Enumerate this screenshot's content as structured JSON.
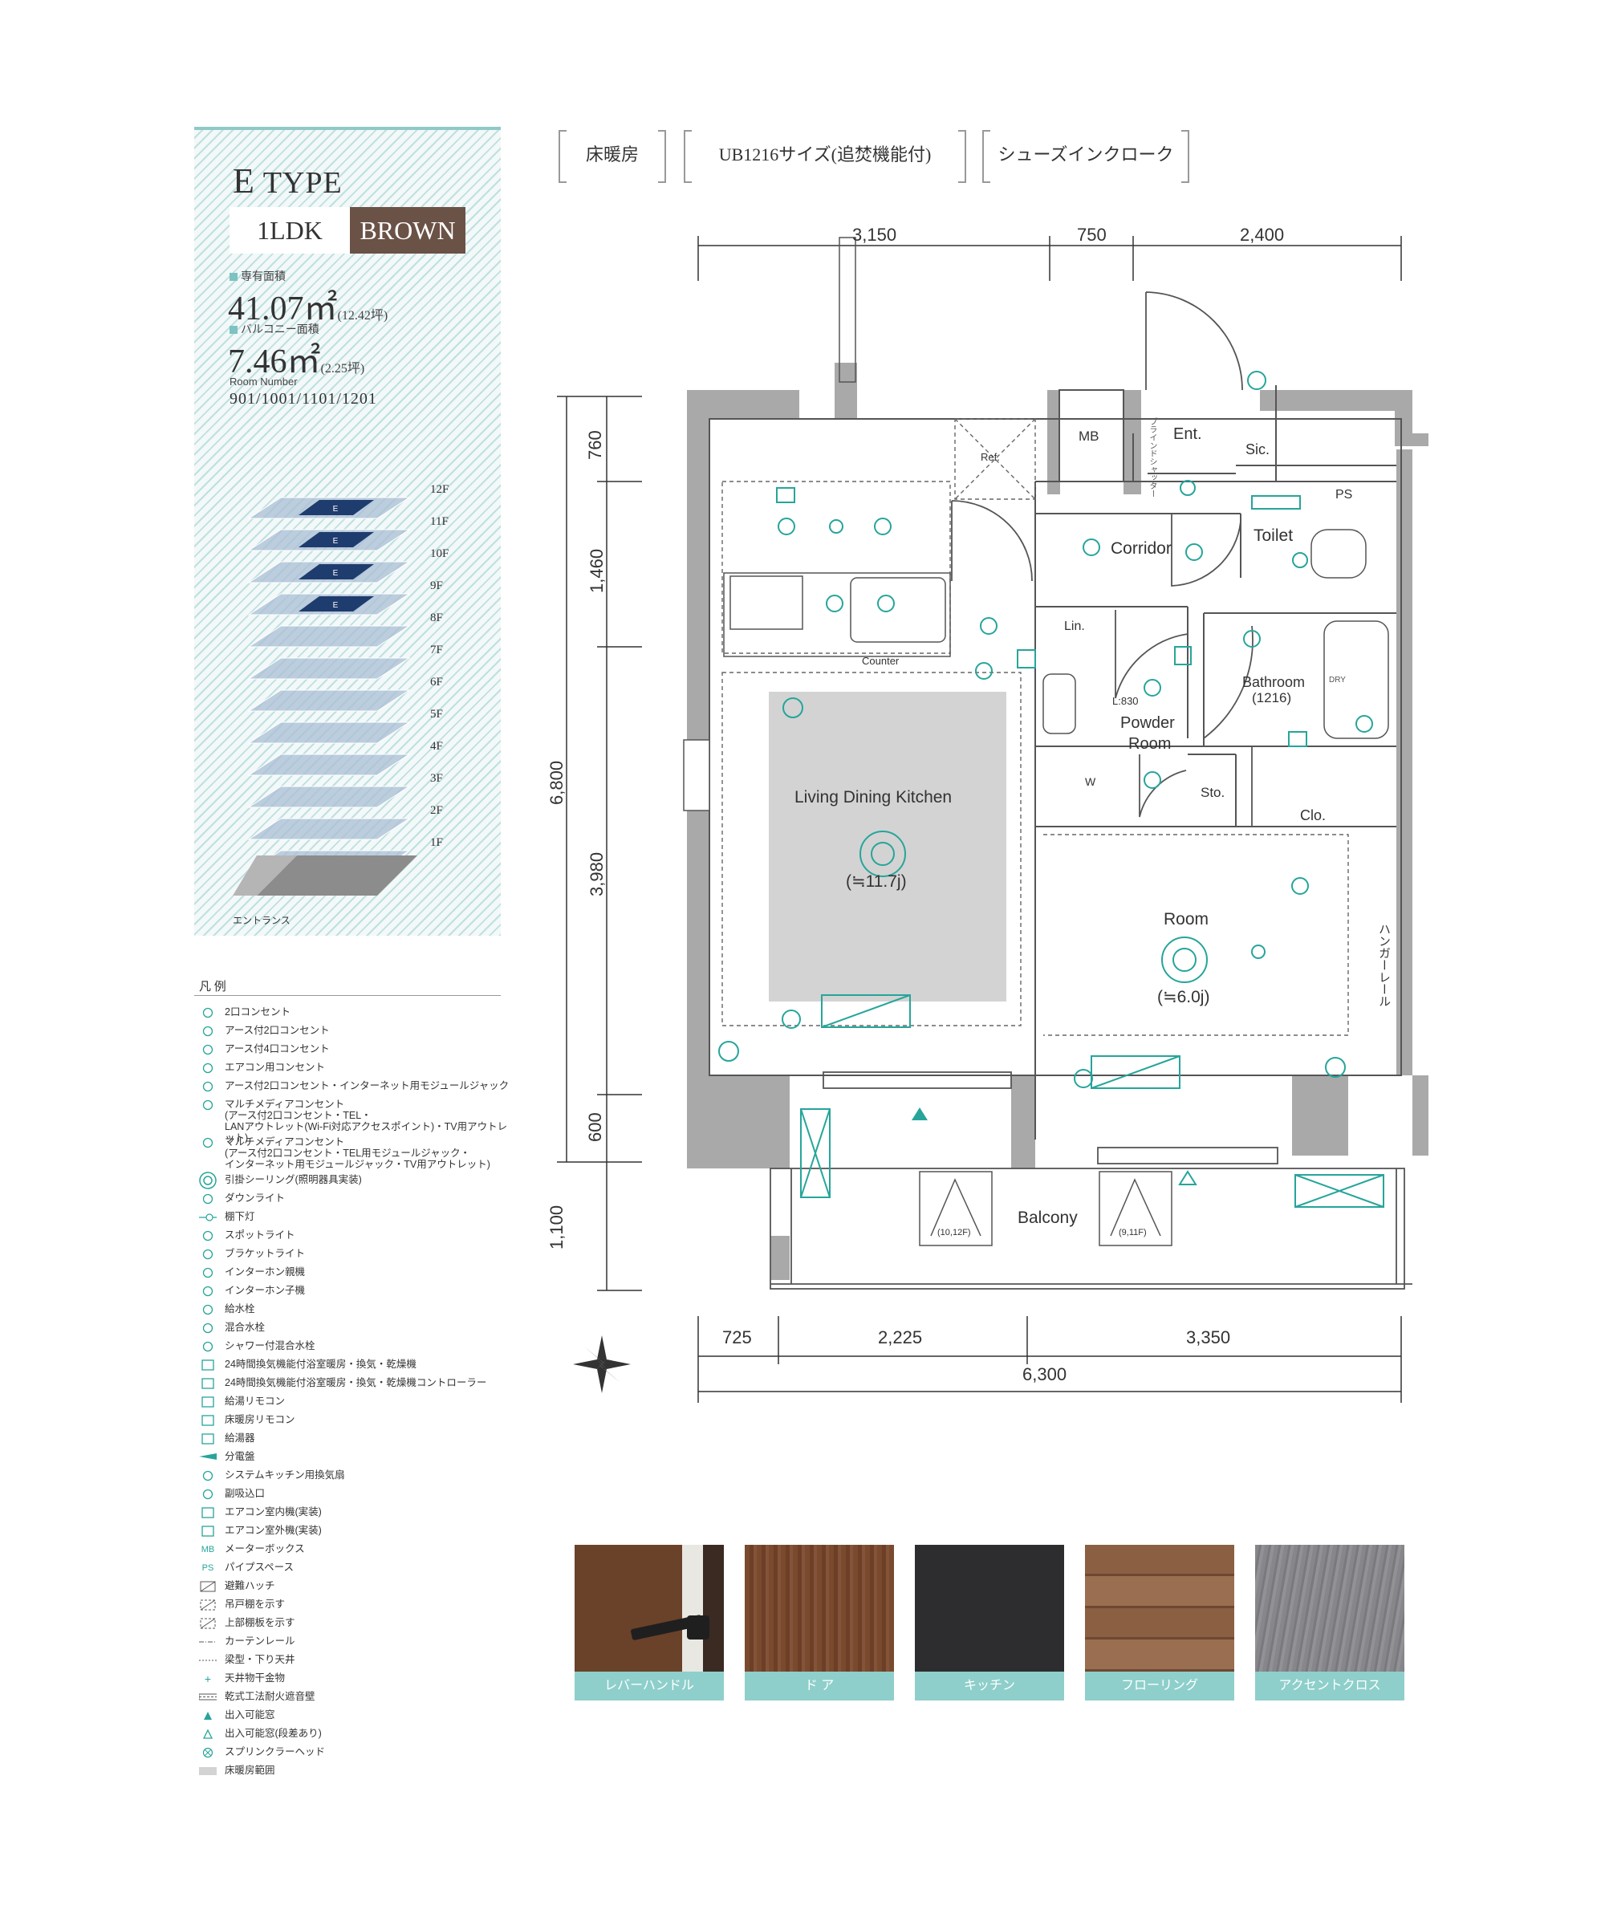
{
  "header": {
    "type_prefix": "E",
    "type_suffix": "TYPE",
    "layout": "1LDK",
    "color_scheme": "BROWN"
  },
  "areas": {
    "exclusive_label": "専有面積",
    "exclusive_value": "41.07㎡",
    "exclusive_tsubo": "(12.42坪)",
    "balcony_label": "バルコニー面積",
    "balcony_value": "7.46㎡",
    "balcony_tsubo": "(2.25坪)",
    "room_number_label": "Room Number",
    "room_numbers": "901/1001/1101/1201"
  },
  "floor_stack": {
    "floors": [
      "12F",
      "11F",
      "10F",
      "9F",
      "8F",
      "7F",
      "6F",
      "5F",
      "4F",
      "3F",
      "2F",
      "1F"
    ],
    "highlight_mark": "E",
    "highlighted_floors": [
      "12F",
      "11F",
      "10F",
      "9F"
    ],
    "entrance_label": "エントランス",
    "highlight_color": "#1f3c6e"
  },
  "feature_tags": [
    "床暖房",
    "UB1216サイズ(追焚機能付)",
    "シューズインクローク"
  ],
  "dimensions": {
    "top": [
      "3,150",
      "750",
      "2,400"
    ],
    "left": [
      "760",
      "1,460",
      "6,800",
      "3,980",
      "600",
      "1,100"
    ],
    "bottom": [
      "725",
      "2,225",
      "3,350"
    ],
    "bottom_total": "6,300"
  },
  "rooms": {
    "ldk": "Living Dining Kitchen",
    "ldk_size": "(≒11.7j)",
    "room": "Room",
    "room_size": "(≒6.0j)",
    "corridor": "Corridor",
    "toilet": "Toilet",
    "bathroom": "Bathroom",
    "bathroom_size": "(1216)",
    "powder": "Powder",
    "powder2": "Room",
    "entrance": "Ent.",
    "sic": "Sic.",
    "mb": "MB",
    "ps": "PS",
    "linen": "Lin.",
    "storage": "Sto.",
    "closet": "Clo.",
    "counter": "Counter",
    "ref": "Ref.",
    "balcony": "Balcony",
    "hatch1": "(10,12F)",
    "hatch2": "(9,11F)",
    "hanger_rail": "ハンガーレール",
    "blind": "ブラインドシャッター",
    "lc830": "L:830",
    "dry": "DRY",
    "w": "W"
  },
  "legend": {
    "title": "凡 例",
    "items": [
      "2口コンセント",
      "アース付2口コンセント",
      "アース付4口コンセント",
      "エアコン用コンセント",
      "アース付2口コンセント・インターネット用モジュールジャック",
      "マルチメディアコンセント\n(アース付2口コンセント・TEL・\nLANアウトレット(Wi-Fi対応アクセスポイント)・TV用アウトレット)",
      "マルチメディアコンセント\n(アース付2口コンセント・TEL用モジュールジャック・\nインターネット用モジュールジャック・TV用アウトレット)",
      "引掛シーリング(照明器具実装)",
      "ダウンライト",
      "棚下灯",
      "スポットライト",
      "ブラケットライト",
      "インターホン親機",
      "インターホン子機",
      "給水栓",
      "混合水栓",
      "シャワー付混合水栓",
      "24時間換気機能付浴室暖房・換気・乾燥機",
      "24時間換気機能付浴室暖房・換気・乾燥機コントローラー",
      "給湯リモコン",
      "床暖房リモコン",
      "給湯器",
      "分電盤",
      "システムキッチン用換気扇",
      "副吸込口",
      "エアコン室内機(実装)",
      "エアコン室外機(実装)",
      "メーターボックス",
      "パイプスペース",
      "避難ハッチ",
      "吊戸棚を示す",
      "上部棚板を示す",
      "カーテンレール",
      "梁型・下り天井",
      "天井物干金物",
      "乾式工法耐火遮音壁",
      "出入可能窓",
      "出入可能窓(段差あり)",
      "スプリンクラーヘッド",
      "床暖房範囲"
    ],
    "icon_labels": {
      "mb": "MB",
      "ps": "PS"
    }
  },
  "swatches": [
    {
      "label": "レバーハンドル",
      "color": "#6a4129"
    },
    {
      "label": "ド ア",
      "color": "#7a4a2e"
    },
    {
      "label": "キッチン",
      "color": "#2d2d2f"
    },
    {
      "label": "フローリング",
      "color": "#8a5f42"
    },
    {
      "label": "アクセントクロス",
      "color": "#87868a"
    }
  ],
  "colors": {
    "accent_teal": "#26a59a",
    "wall_gray": "#a9a9a9",
    "floor_heat_gray": "#d3d3d3"
  }
}
